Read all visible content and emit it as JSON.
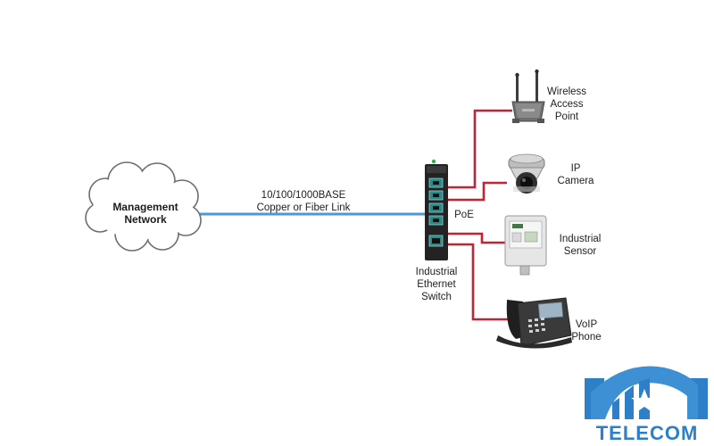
{
  "diagram": {
    "cloud": {
      "lines": [
        "Management",
        "Network"
      ]
    },
    "uplink_label": {
      "lines": [
        "10/100/1000BASE",
        "Copper or Fiber Link"
      ]
    },
    "switch_label": {
      "lines": [
        "Industrial",
        "Ethernet",
        "Switch"
      ]
    },
    "poe_label": "PoE",
    "devices": [
      {
        "name": "wireless-access-point",
        "lines": [
          "Wireless",
          "Access",
          "Point"
        ]
      },
      {
        "name": "ip-camera",
        "lines": [
          "IP",
          "Camera"
        ]
      },
      {
        "name": "industrial-sensor",
        "lines": [
          "Industrial",
          "Sensor"
        ]
      },
      {
        "name": "voip-phone",
        "lines": [
          "VoIP",
          "Phone"
        ]
      }
    ],
    "colors": {
      "uplink": "#4a9ad6",
      "poe_link": "#c42335",
      "switch": "#232323",
      "port": "#2a8a8a",
      "logo": "#2d7fc7"
    }
  },
  "logo": {
    "text": "TELECOM"
  }
}
